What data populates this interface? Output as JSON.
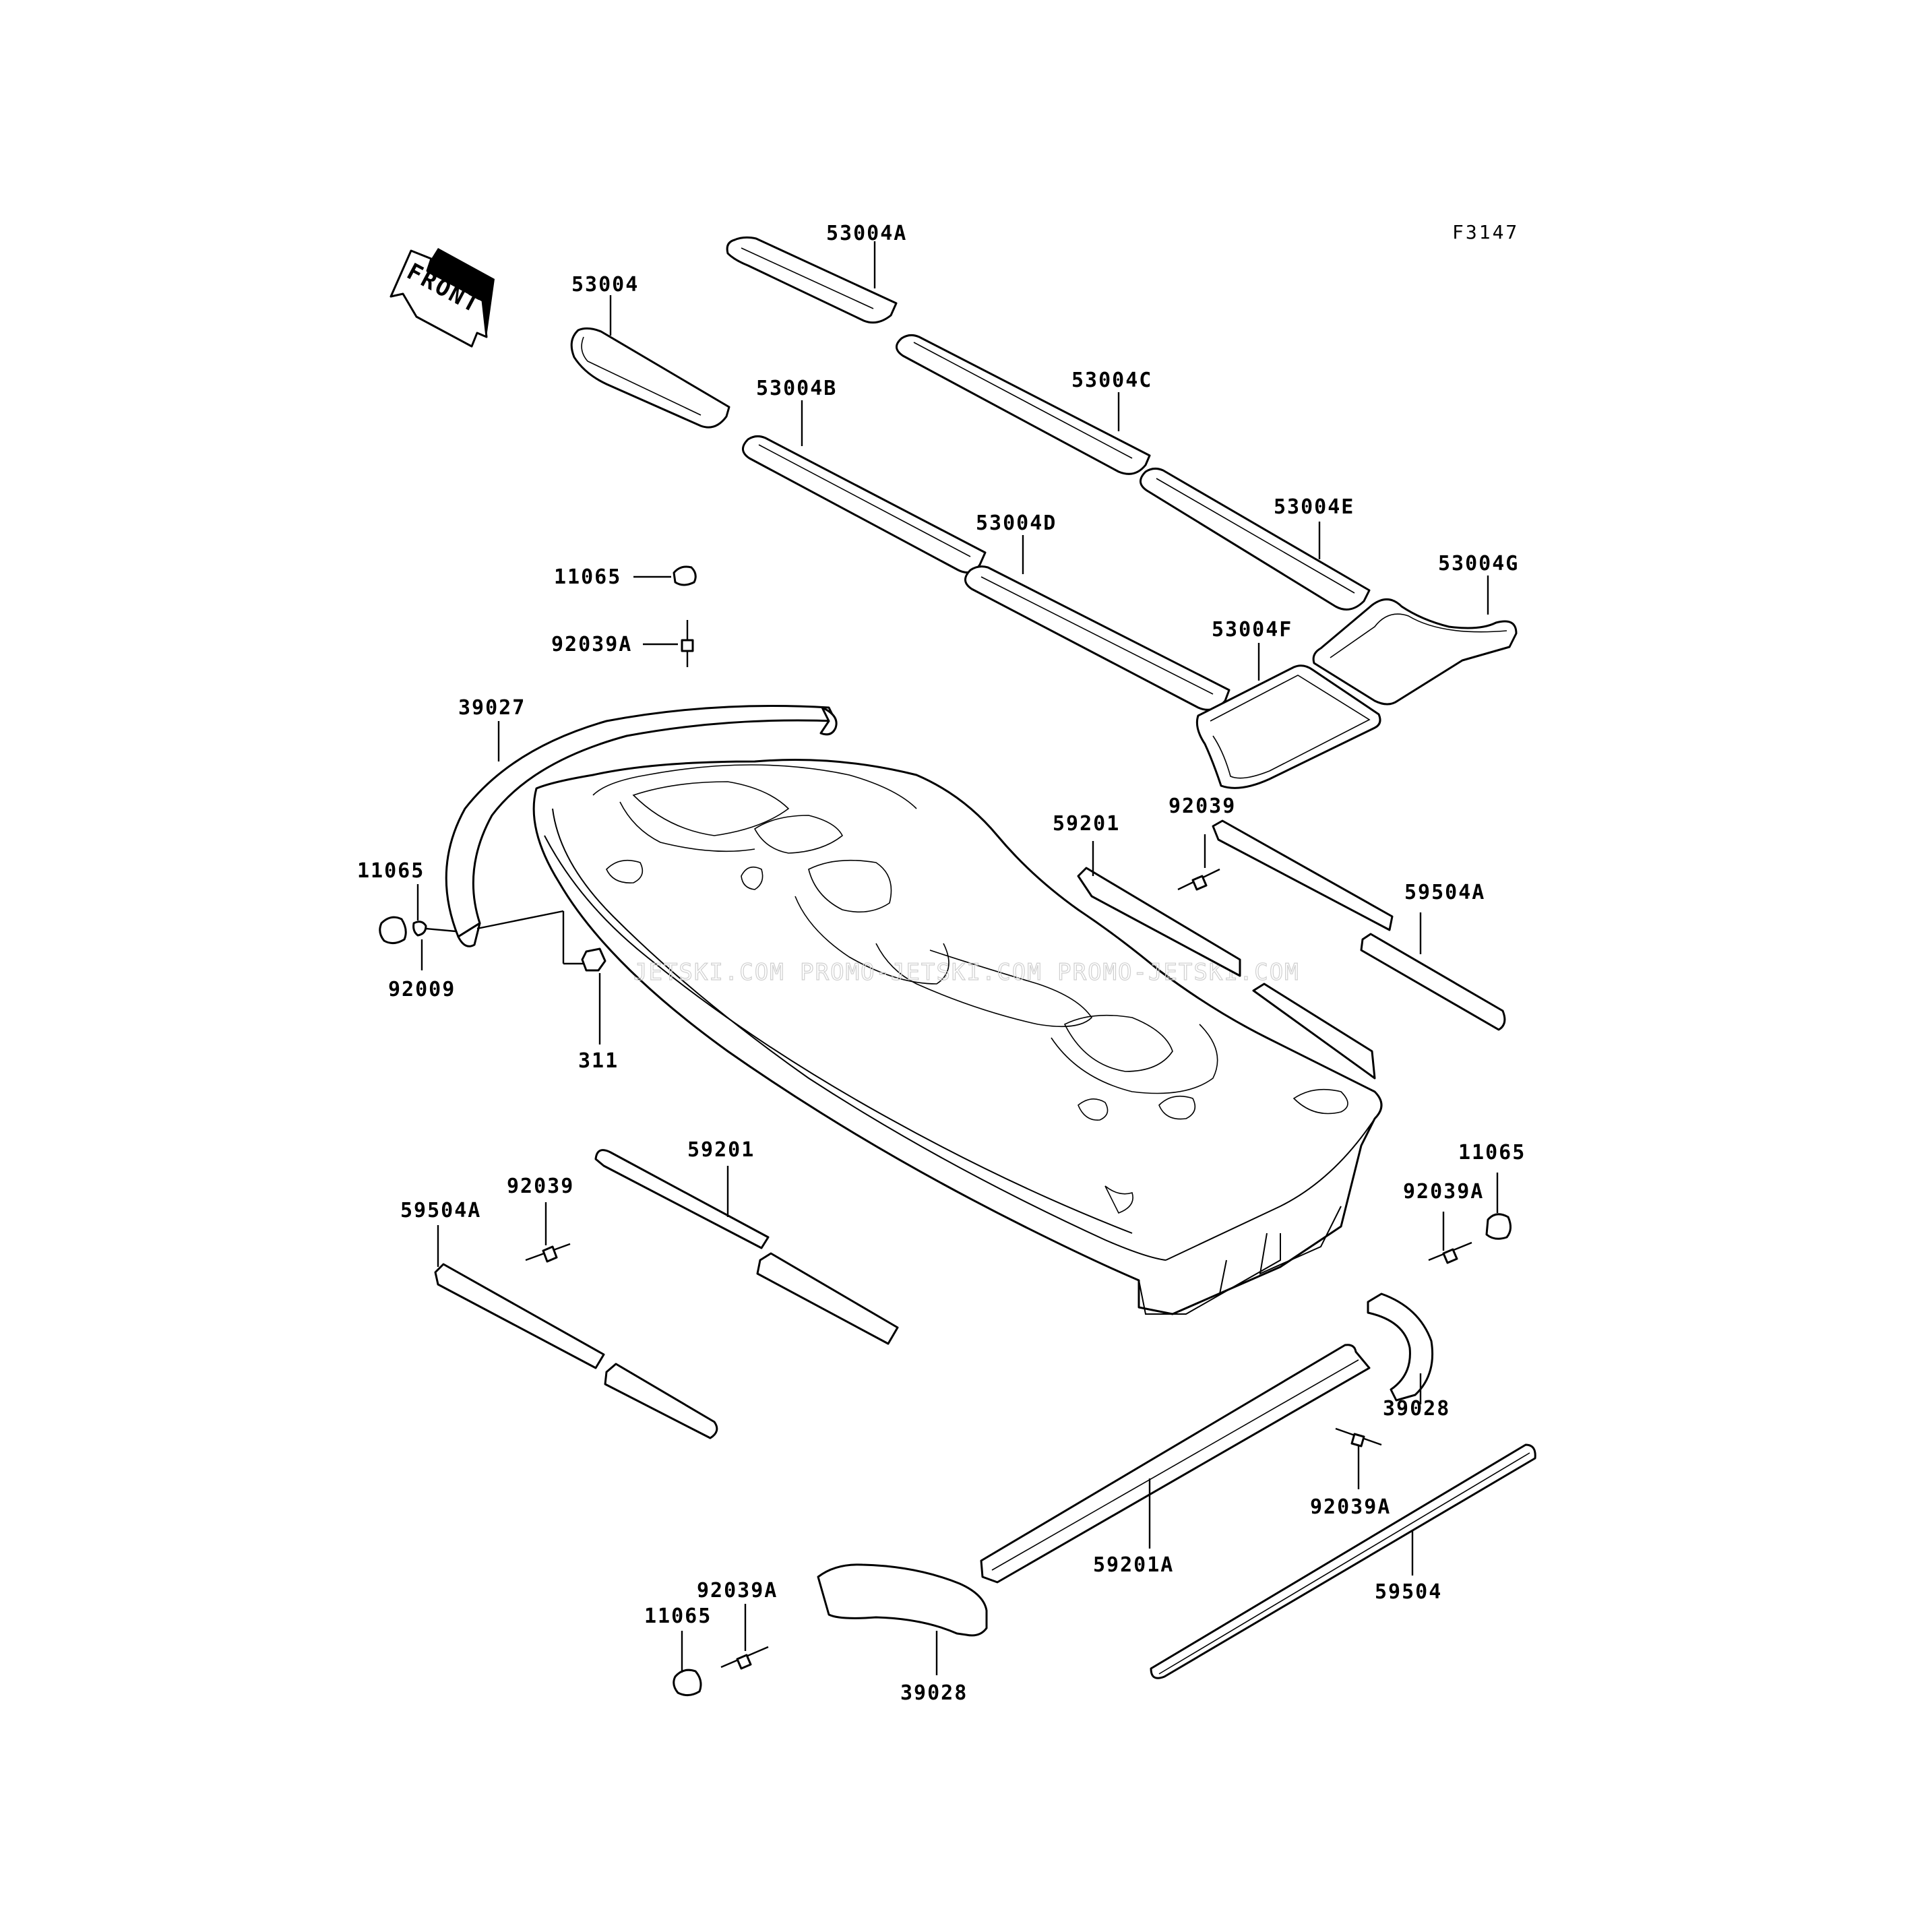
{
  "diagram": {
    "code": "F3147",
    "front_label": "FRONT",
    "watermark": "JETSKI.COM  PROMO-JETSKI.COM  PROMO-JETSKI.COM",
    "labels": {
      "p53004": "53004",
      "p53004A": "53004A",
      "p53004B": "53004B",
      "p53004C": "53004C",
      "p53004D": "53004D",
      "p53004E": "53004E",
      "p53004F": "53004F",
      "p53004G": "53004G",
      "p11065_top": "11065",
      "p92039A_top": "92039A",
      "p39027": "39027",
      "p11065_left": "11065",
      "p92009": "92009",
      "p311": "311",
      "p59201_right": "59201",
      "p92039_right": "92039",
      "p59504A_right": "59504A",
      "p59201_left": "59201",
      "p92039_left": "92039",
      "p59504A_left": "59504A",
      "p11065_right": "11065",
      "p92039A_right": "92039A",
      "p39028_right": "39028",
      "p92039A_mid": "92039A",
      "p59201A": "59201A",
      "p59504": "59504",
      "p92039A_bottom": "92039A",
      "p11065_bottom": "11065",
      "p39028_bottom": "39028"
    }
  }
}
